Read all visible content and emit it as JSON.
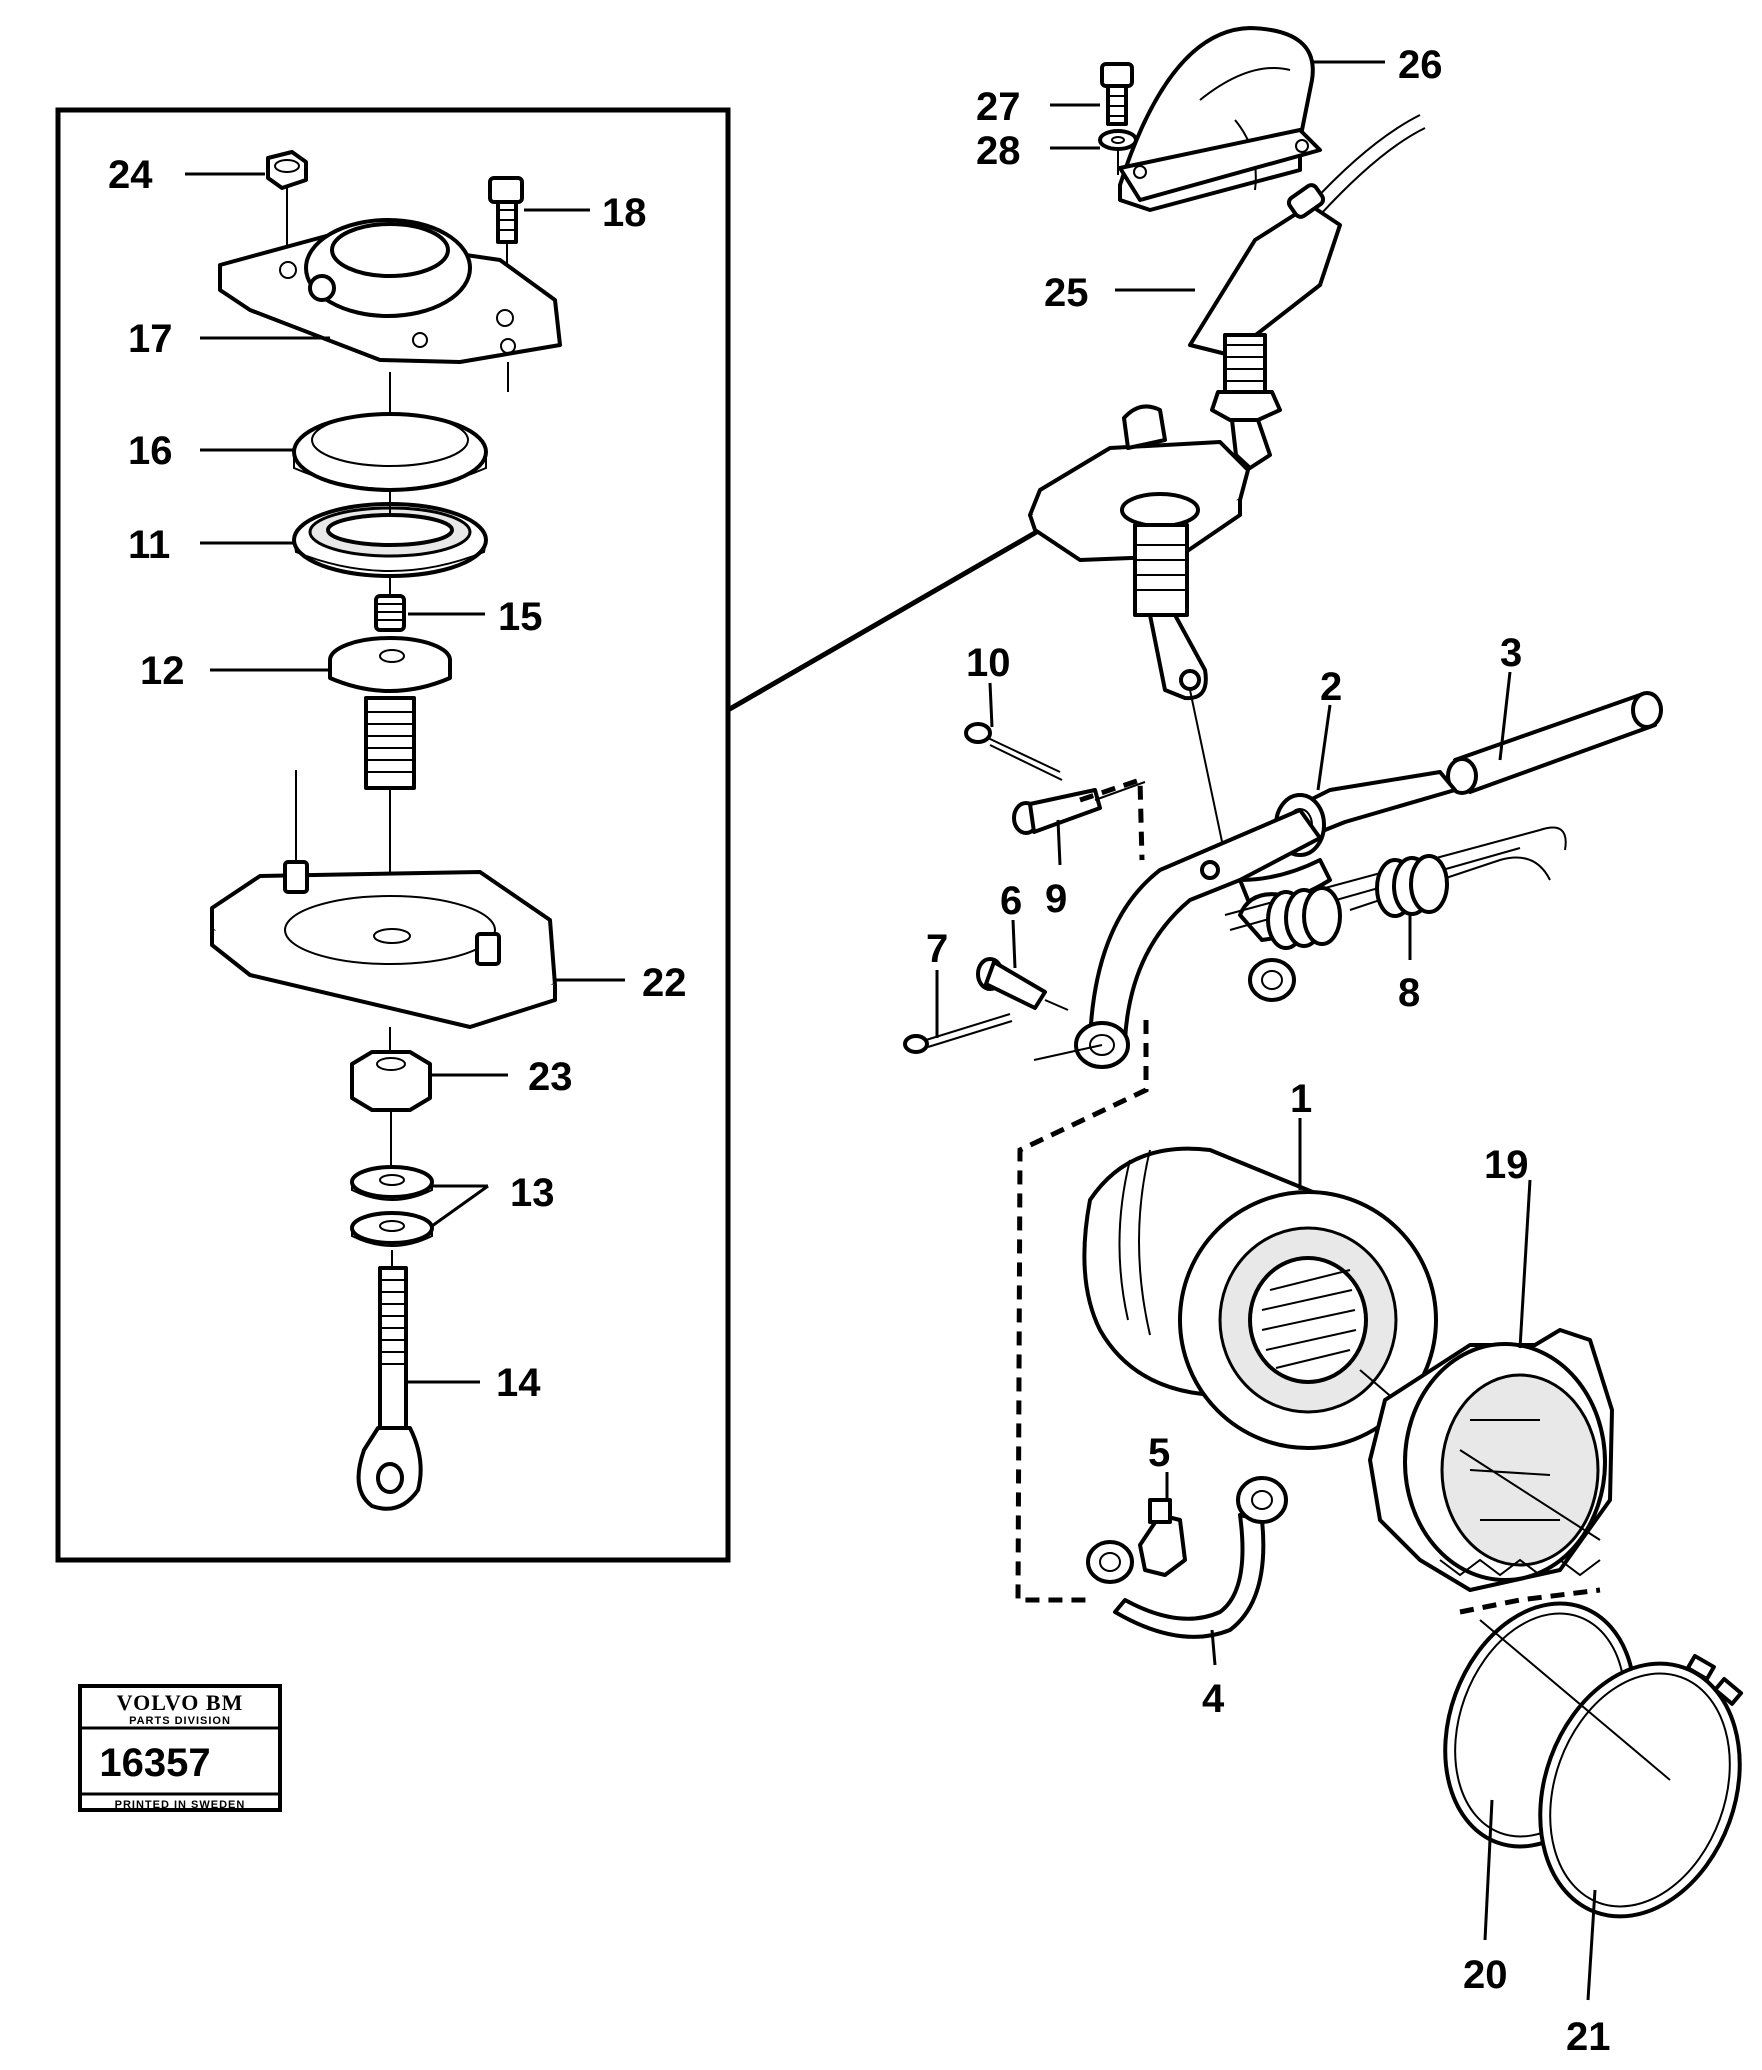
{
  "callouts": {
    "c1": "1",
    "c2": "2",
    "c3": "3",
    "c4": "4",
    "c5": "5",
    "c6": "6",
    "c7": "7",
    "c8": "8",
    "c9": "9",
    "c10": "10",
    "c11": "11",
    "c12": "12",
    "c13": "13",
    "c14": "14",
    "c15": "15",
    "c16": "16",
    "c17": "17",
    "c18": "18",
    "c19": "19",
    "c20": "20",
    "c21": "21",
    "c22": "22",
    "c23": "23",
    "c24": "24",
    "c25": "25",
    "c26": "26",
    "c27": "27",
    "c28": "28"
  },
  "stamp": {
    "brand": "VOLVO BM",
    "division": "PARTS DIVISION",
    "number": "16357",
    "printed": "PRINTED IN SWEDEN"
  }
}
